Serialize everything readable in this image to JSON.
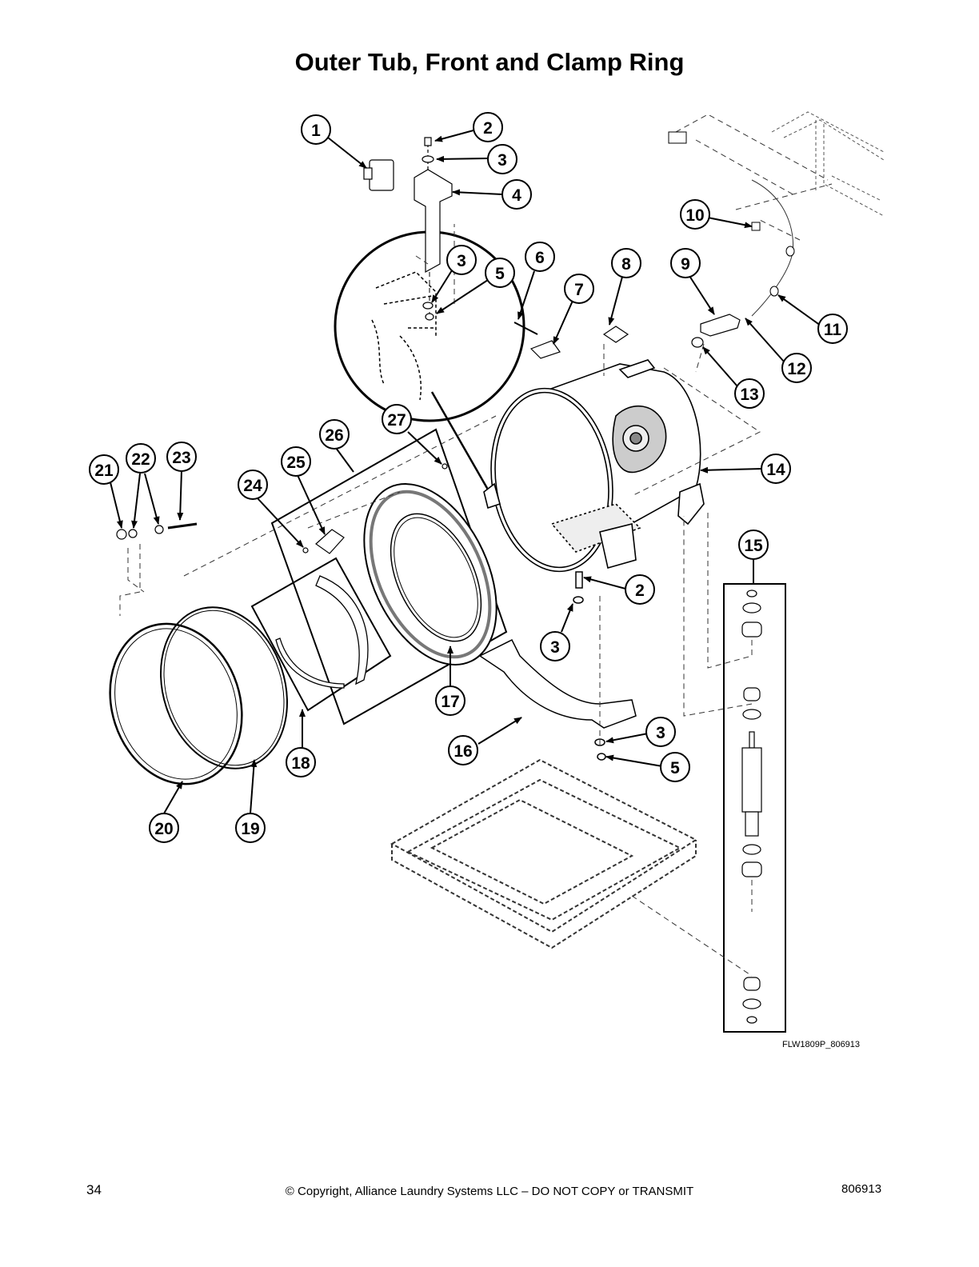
{
  "page": {
    "title": "Outer Tub, Front and Clamp Ring",
    "figure_id": "FLW1809P_806913",
    "page_number": "34",
    "copyright": "© Copyright, Alliance Laundry Systems LLC – DO NOT COPY or TRANSMIT",
    "doc_number": "806913"
  },
  "callouts": [
    {
      "id": "c1",
      "label": "1"
    },
    {
      "id": "c2a",
      "label": "2"
    },
    {
      "id": "c3a",
      "label": "3"
    },
    {
      "id": "c4",
      "label": "4"
    },
    {
      "id": "c3b",
      "label": "3"
    },
    {
      "id": "c5a",
      "label": "5"
    },
    {
      "id": "c6",
      "label": "6"
    },
    {
      "id": "c7",
      "label": "7"
    },
    {
      "id": "c8",
      "label": "8"
    },
    {
      "id": "c9",
      "label": "9"
    },
    {
      "id": "c10",
      "label": "10"
    },
    {
      "id": "c11",
      "label": "11"
    },
    {
      "id": "c12",
      "label": "12"
    },
    {
      "id": "c13",
      "label": "13"
    },
    {
      "id": "c14",
      "label": "14"
    },
    {
      "id": "c15",
      "label": "15"
    },
    {
      "id": "c2b",
      "label": "2"
    },
    {
      "id": "c3c",
      "label": "3"
    },
    {
      "id": "c16",
      "label": "16"
    },
    {
      "id": "c3d",
      "label": "3"
    },
    {
      "id": "c5b",
      "label": "5"
    },
    {
      "id": "c17",
      "label": "17"
    },
    {
      "id": "c18",
      "label": "18"
    },
    {
      "id": "c19",
      "label": "19"
    },
    {
      "id": "c20",
      "label": "20"
    },
    {
      "id": "c21",
      "label": "21"
    },
    {
      "id": "c22",
      "label": "22"
    },
    {
      "id": "c23",
      "label": "23"
    },
    {
      "id": "c24",
      "label": "24"
    },
    {
      "id": "c25",
      "label": "25"
    },
    {
      "id": "c26",
      "label": "26"
    },
    {
      "id": "c27",
      "label": "27"
    }
  ]
}
